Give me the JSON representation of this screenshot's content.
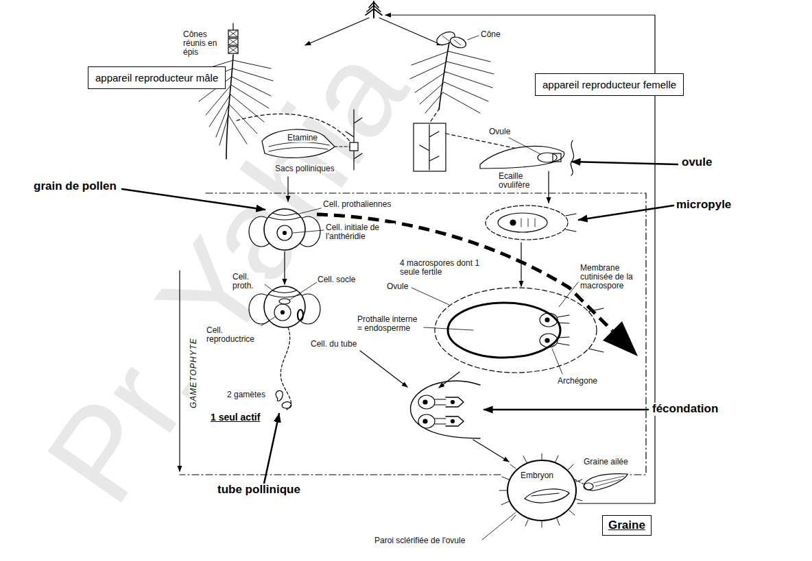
{
  "diagram": {
    "nodes": [
      {
        "text": [
          "appareil reproducteur mâle"
        ]
      },
      {
        "text": [
          "appareil reproducteur femelle"
        ]
      },
      {
        "text": [
          "Graine"
        ]
      }
    ],
    "labels": [
      "Cônes réunis en épis",
      "Cône",
      "Etamine",
      "Sacs polliniques",
      "Ovule",
      "Ecaille ovulifère",
      "ovule",
      "grain de pollen",
      "Cell. prothaliennes",
      "Cell. initiale de l'anthéridie",
      "micropyle",
      "4 macrospores dont 1 seule fertile",
      "Cell. proth.",
      "Cell. socle",
      "Membrane cutinisée de la macrospore",
      "Ovule",
      "Prothalle interne = endosperme",
      "Cell. reproductrice",
      "Cell. du tube",
      "Archégone",
      "GAMETOPHYTE",
      "2 gamètes",
      "1 seul actif",
      "fécondation",
      "tube pollinique",
      "Graine ailée",
      "Embryon",
      "Paroi sclérifiée de l'ovule",
      "Pr. Yahia"
    ]
  }
}
